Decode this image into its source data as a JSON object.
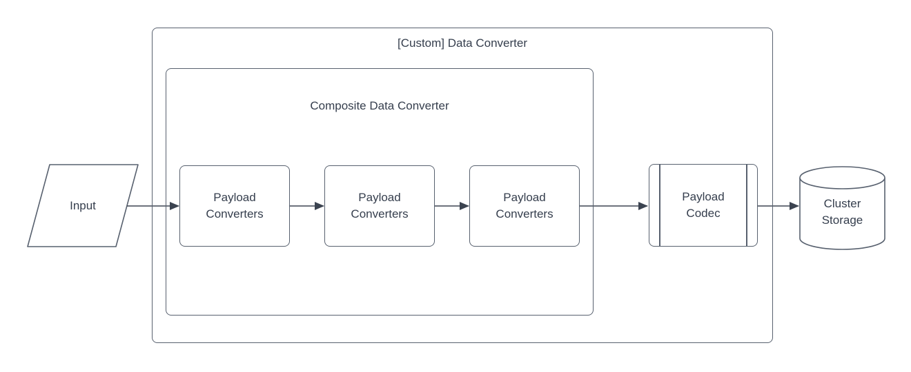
{
  "diagram": {
    "outer_group": {
      "title": "[Custom] Data Converter"
    },
    "composite_group": {
      "title": "Composite Data Converter"
    },
    "nodes": {
      "input": {
        "label": "Input",
        "shape": "parallelogram"
      },
      "payload_converters_1": {
        "label": "Payload Converters",
        "shape": "rounded-rectangle"
      },
      "payload_converters_2": {
        "label": "Payload Converters",
        "shape": "rounded-rectangle"
      },
      "payload_converters_3": {
        "label": "Payload Converters",
        "shape": "rounded-rectangle"
      },
      "payload_codec": {
        "label": "Payload Codec",
        "shape": "predefined-process"
      },
      "cluster_storage": {
        "label": "Cluster Storage",
        "shape": "cylinder"
      }
    },
    "edges": [
      {
        "from": "input",
        "to": "payload_converters_1"
      },
      {
        "from": "payload_converters_1",
        "to": "payload_converters_2"
      },
      {
        "from": "payload_converters_2",
        "to": "payload_converters_3"
      },
      {
        "from": "payload_converters_3",
        "to": "payload_codec"
      },
      {
        "from": "payload_codec",
        "to": "cluster_storage"
      }
    ],
    "colors": {
      "shape_stroke": "#57606e",
      "arrow_stroke": "#3b4350",
      "text": "#353e4d",
      "background": "#ffffff"
    }
  }
}
